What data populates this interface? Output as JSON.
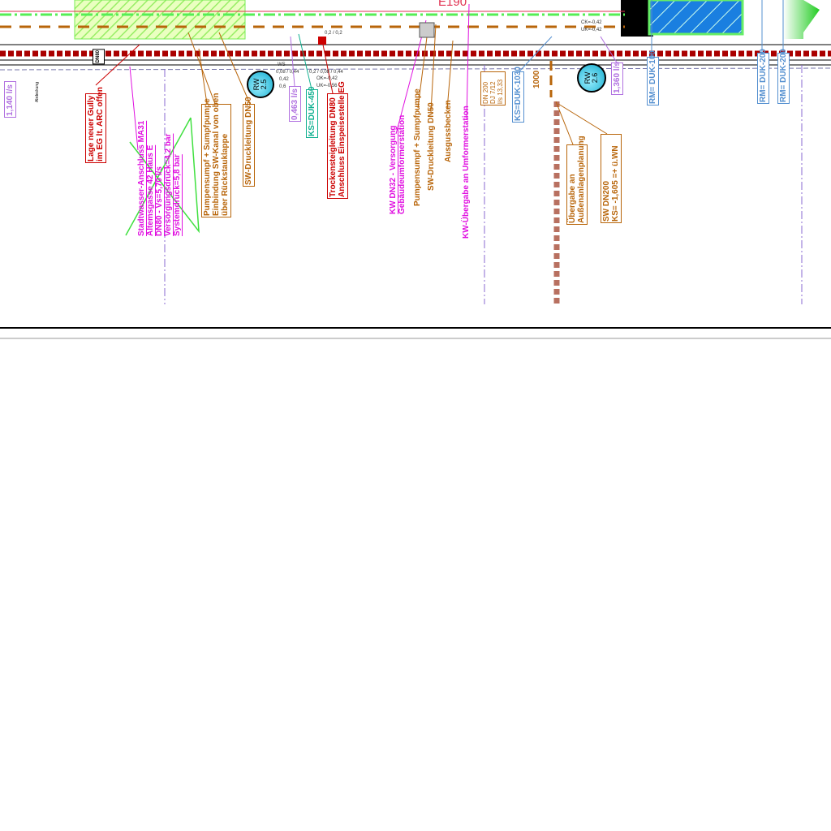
{
  "top": {
    "fire_rating": "E190",
    "dn_label": "DN80"
  },
  "labels": {
    "flow_1140": "1,140 l/s",
    "gully": [
      "Lage neuer Gully",
      "im EG lt. ARC offen"
    ],
    "stadtwasser": [
      "Stadtwasser-Anschluss MA31",
      "Altemsgasse 42 Haus E",
      "DN80 - Vs=5,70 l/s",
      "Versorgungsdruck=4,2 bar",
      "Systemdruck=5,8 bar"
    ],
    "pumpensumpf": [
      "Pumpensumpf + Sumpfpumpe",
      "Einbindung SW-Kanal von oben",
      "über Rückstauklappe"
    ],
    "sw_druck_1": "SW-Druckleitung DN50",
    "rw25": [
      "RW",
      "2.5"
    ],
    "flow_0463": "0,463 l/s",
    "ks_450": "KS=DUK-450",
    "trocken": [
      "Trockensteigleitung DN80",
      "Anschluss Einspeisestelle EG"
    ],
    "kw_dn32": [
      "KW DN32 - Versorgung",
      "Gebäudeumformerstation"
    ],
    "pumpensumpf_2": "Pumpensumpf + Sumpfpumpe",
    "sw_druck_2": "SW-Druckleitung DN50",
    "ausguss": "Ausgussbecken",
    "kw_uebergabe": "KW-Übergabe an Umformerstation",
    "dn200": [
      "DN 200",
      "DJ 7/12",
      "l/s 13,33"
    ],
    "ks_1030": "KS=DUK-1030",
    "dim_1000": "1000",
    "uebergabe": [
      "Übergabe an",
      "Außenanlagenplanung"
    ],
    "sw_dn200": [
      "SW DN200",
      "KS= -1,605 =+ ü.WN"
    ],
    "rw26": [
      "RW",
      "2.6"
    ],
    "flow_1360": "1,360 l/s",
    "rm_100": "RM= DUK-100",
    "rm_200a": "RM= DUK-200",
    "rm_200b": "RM= DUK-200",
    "abdeckung": "Abdeckung"
  },
  "levels": {
    "ws": "WS",
    "a": "0,08 / 0,44",
    "b": "0,42",
    "c": "0,6",
    "d": "0,2 / 0,08 / 0,44",
    "e": "OK=-0,42",
    "f": "UK=-0,56",
    "g": "CK=-0,42",
    "h": "UK=-0,42",
    "i": "0,2 / 0,2"
  },
  "colors": {
    "red": "#cc0000",
    "orange": "#b8650a",
    "magenta": "#e010e0",
    "purple": "#b070e0",
    "blue": "#5590d0",
    "teal": "#10b090",
    "green": "#40e040"
  }
}
